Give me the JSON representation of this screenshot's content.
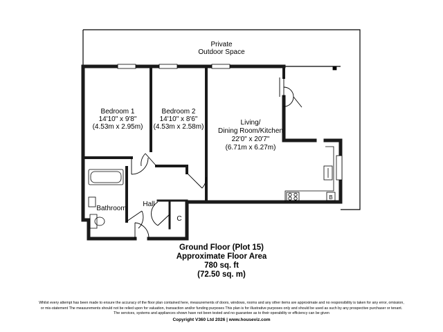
{
  "rooms": {
    "outdoor": {
      "line1": "Private",
      "line2": "Outdoor Space"
    },
    "bedroom1": {
      "name": "Bedroom 1",
      "imperial": "14'10\" x 9'8\"",
      "metric": "(4.53m x 2.95m)"
    },
    "bedroom2": {
      "name": "Bedroom 2",
      "imperial": "14'10\" x 8'6\"",
      "metric": "(4.53m x 2.58m)"
    },
    "living": {
      "line1": "Living/",
      "line2": "Dining Room/Kitchen",
      "imperial": "22'0\" x 20'7\"",
      "metric": "(6.71m x 6.27m)"
    },
    "bathroom": {
      "name": "Bathroom"
    },
    "hall": {
      "name": "Hall"
    },
    "cupboard": {
      "name": "C"
    },
    "boiler": {
      "name": "B"
    }
  },
  "caption": {
    "line1": "Ground Floor (Plot 15)",
    "line2": "Approximate Floor Area",
    "line3": "780 sq. ft",
    "line4": "(72.50 sq. m)"
  },
  "disclaimer": {
    "line1": "Whilst every attempt has been made to ensure the accuracy of the floor plan contained here, measurements of doors, windows, rooms and any other items are approximate and no responsibility is taken for any error, omission,",
    "line2": "or mis-statement The measurements should not be relied upon for valuation, transaction and/or funding purposes This plan is for illustrative purposes only and should be used as such by any prospective purchaser or tenant.",
    "line3": "The services, systems and appliances shown have not been tested and no guarantee as to their operability or efficiency can be given"
  },
  "copyright": "Copyright V360 Ltd 2026 | www.houseviz.com",
  "colors": {
    "wall": "#1a1a1a",
    "line": "#000000",
    "background": "#ffffff",
    "window": "#ffffff"
  }
}
